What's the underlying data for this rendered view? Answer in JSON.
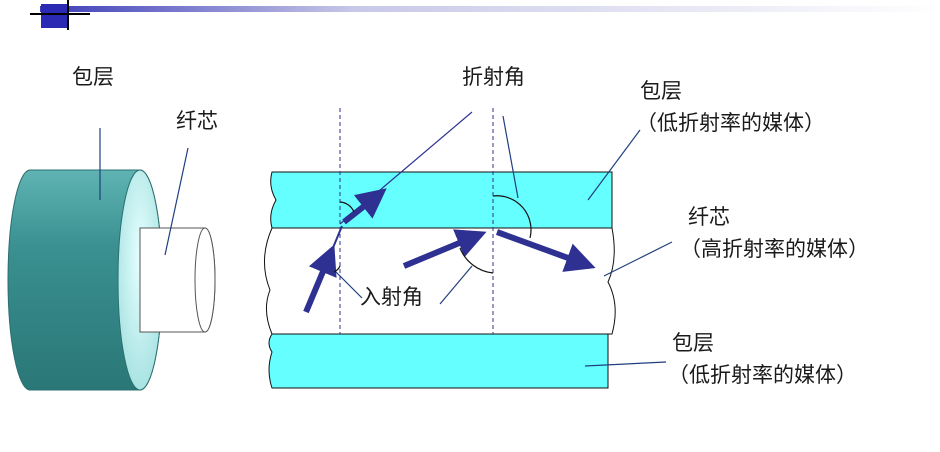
{
  "labels": {
    "cladding_left": "包层",
    "core_left": "纤芯",
    "refraction_angle": "折射角",
    "cladding_top_title": "包层",
    "cladding_top_desc": "（低折射率的媒体）",
    "core_right_title": "纤芯",
    "core_right_desc": "（高折射率的媒体）",
    "incidence_angle": "入射角",
    "cladding_bottom_title": "包层",
    "cladding_bottom_desc": "（低折射率的媒体）"
  },
  "colors": {
    "accent_blue": "#2a2ab5",
    "arrow_blue": "#2e3192",
    "cladding_cyan": "#66ffff",
    "fiber_teal": "#3a9a9a",
    "line": "#1f3f7f"
  }
}
